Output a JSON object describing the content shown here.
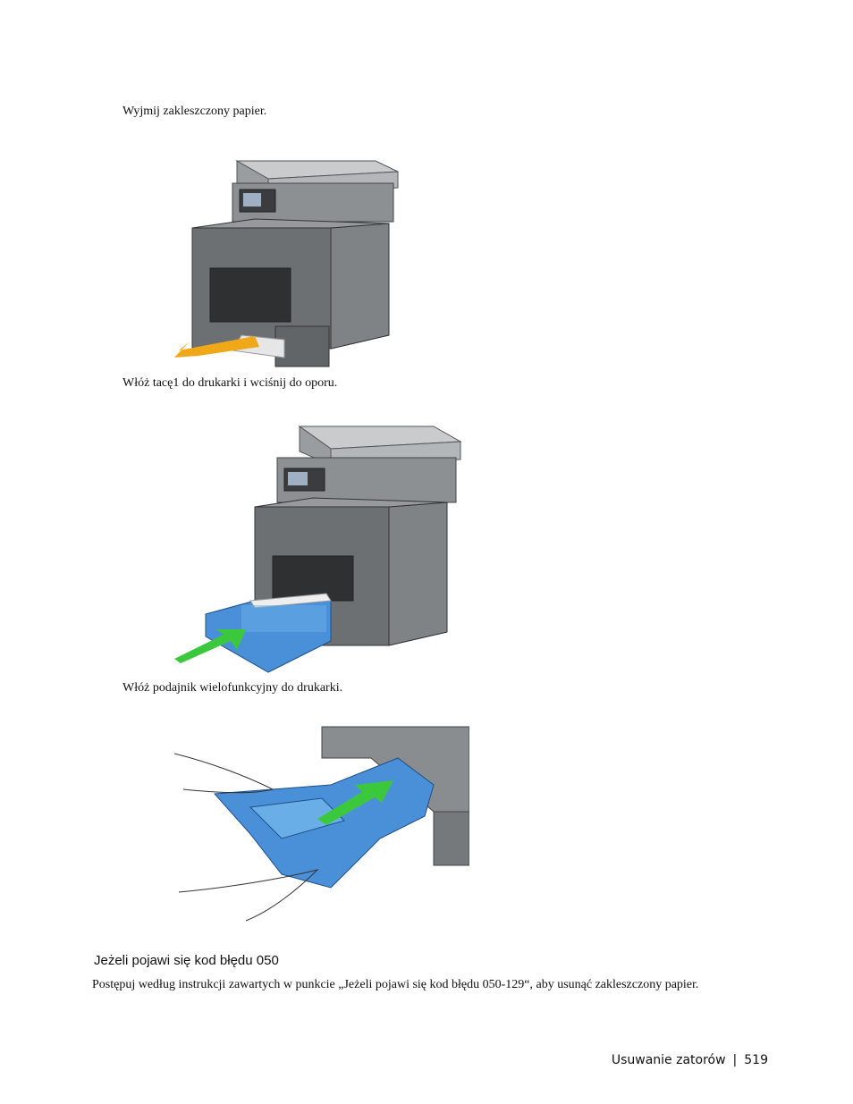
{
  "steps": [
    {
      "text": "Wyjmij zakleszczony papier."
    },
    {
      "text": "Włóż tacę1 do drukarki i wciśnij do oporu."
    },
    {
      "text": "Włóż podajnik wielofunkcyjny do drukarki."
    }
  ],
  "section": {
    "heading": "Jeżeli pojawi się kod błędu 050",
    "body": "Postępuj według instrukcji zawartych w punkcie „Jeżeli pojawi się kod błędu 050-129“, aby usunąć zakleszczony papier."
  },
  "footer": {
    "section_title": "Usuwanie zatorów",
    "separator": "|",
    "page_number": "519"
  },
  "colors": {
    "arrow_remove": "#f0a818",
    "arrow_insert": "#3cc83c",
    "tray_blue": "#4a90d8",
    "printer_gray": "#7a7d80"
  }
}
